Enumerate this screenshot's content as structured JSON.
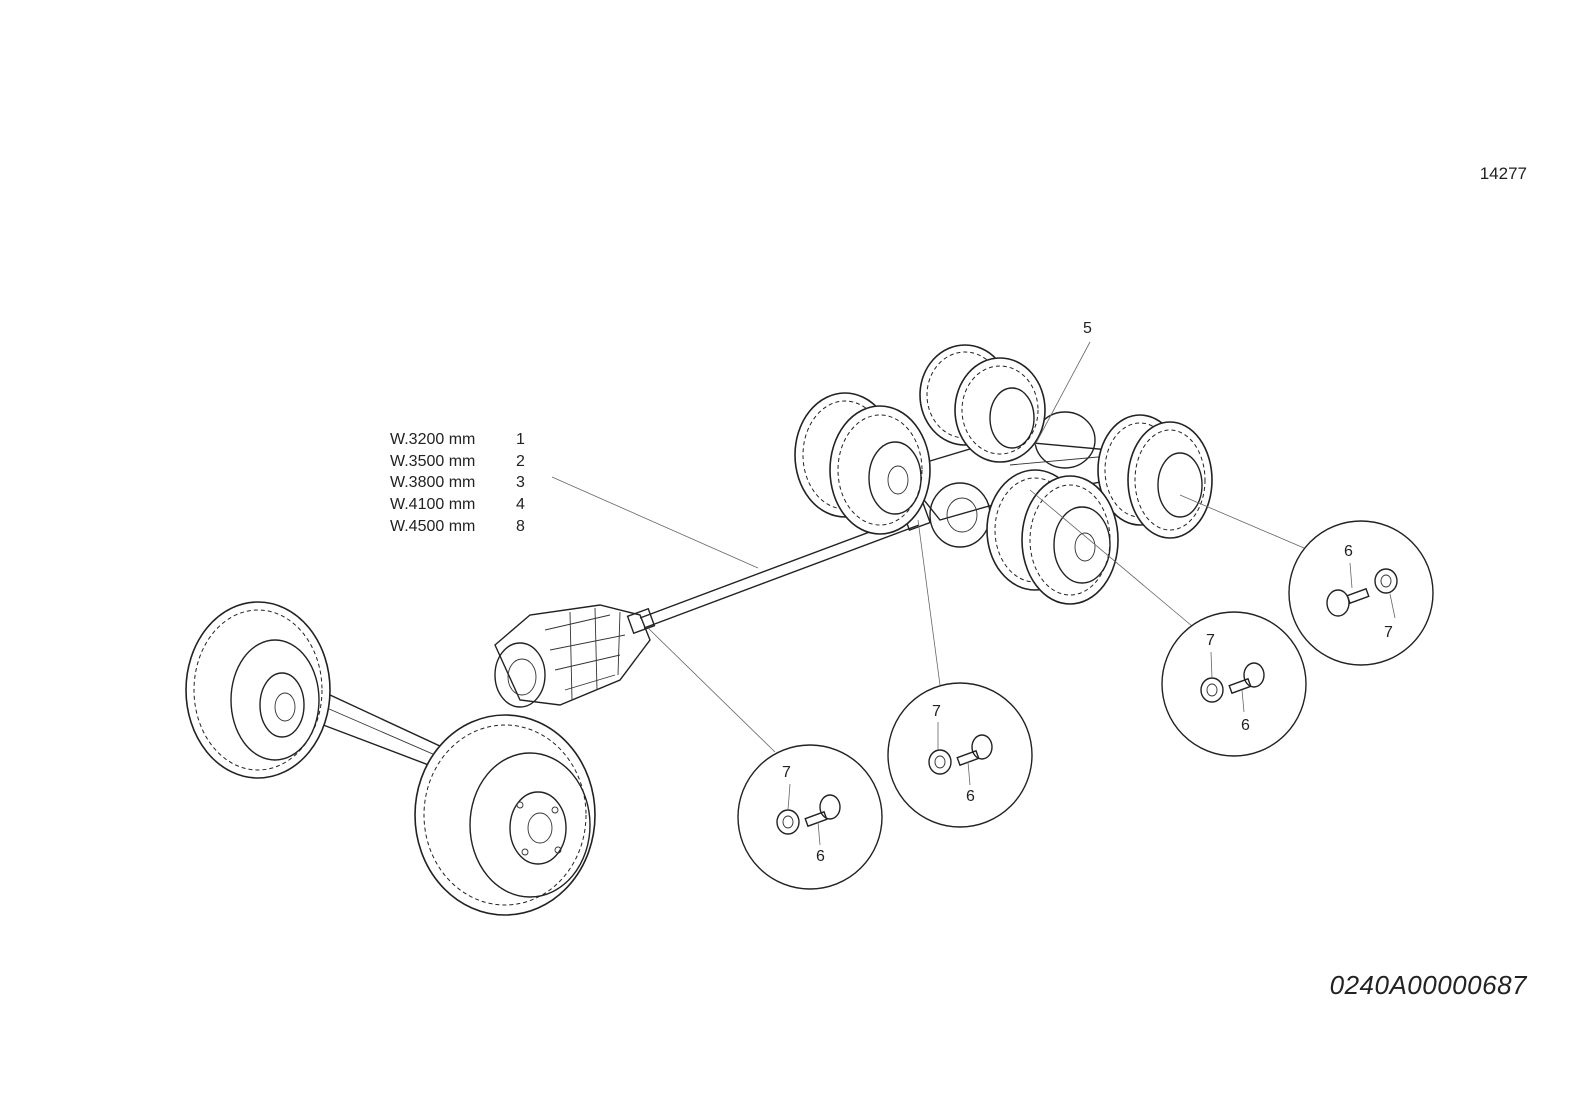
{
  "figure_number": "14277",
  "drawing_code": "0240A00000687",
  "length_table": [
    {
      "length": "W.3200 mm",
      "ref": "1"
    },
    {
      "length": "W.3500 mm",
      "ref": "2"
    },
    {
      "length": "W.3800 mm",
      "ref": "3"
    },
    {
      "length": "W.4100 mm",
      "ref": "4"
    },
    {
      "length": "W.4500 mm",
      "ref": "8"
    }
  ],
  "callouts": {
    "c5": "5",
    "detail_a": {
      "nut": "7",
      "bolt": "6"
    },
    "detail_b": {
      "nut": "7",
      "bolt": "6"
    },
    "detail_c": {
      "nut": "7",
      "bolt": "6"
    },
    "detail_d": {
      "nut": "7",
      "bolt": "6"
    }
  }
}
